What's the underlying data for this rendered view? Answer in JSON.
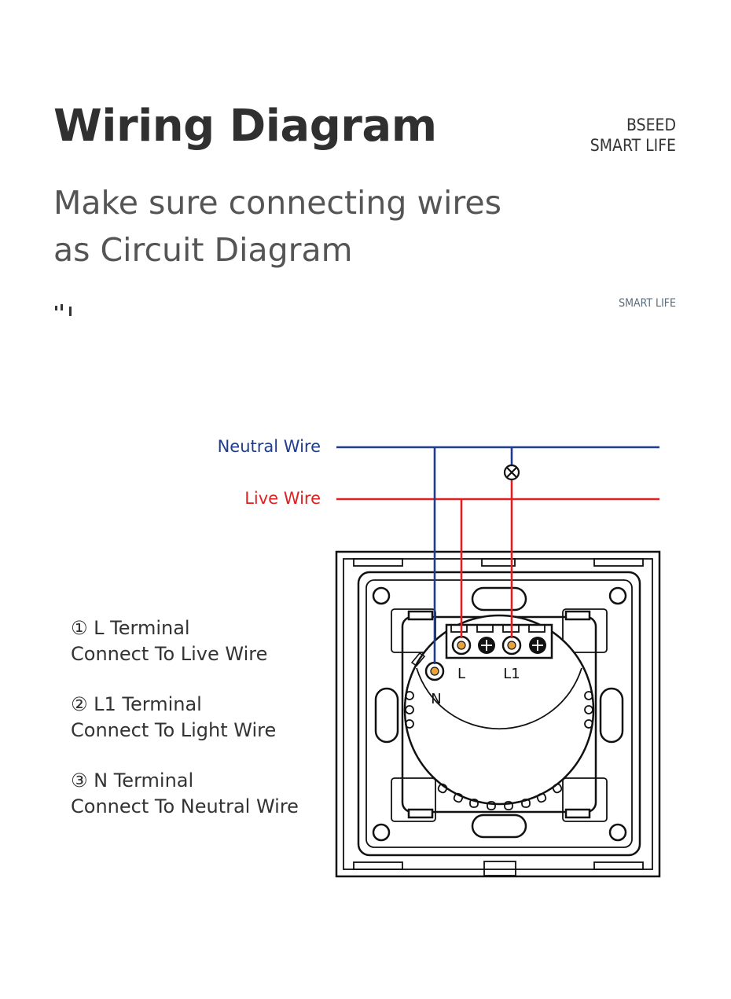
{
  "header": {
    "title": "Wiring Diagram",
    "brand_line1": "BSEED",
    "brand_line2": "SMART LIFE",
    "subtitle_line1": "Make sure connecting wires",
    "subtitle_line2": "as Circuit Diagram",
    "small_brand": "SMART LIFE"
  },
  "wires": {
    "neutral_label": "Neutral Wire",
    "live_label": "Live Wire",
    "neutral_color": "#1f3d8c",
    "live_color": "#e02020"
  },
  "terminals": {
    "l_label": "L",
    "l1_label": "L1",
    "n_label": "N"
  },
  "instructions": [
    {
      "heading": "① L Terminal",
      "text": "Connect To Live Wire"
    },
    {
      "heading": "② L1 Terminal",
      "text": "Connect To Light Wire"
    },
    {
      "heading": "③ N Terminal",
      "text": "Connect To Neutral Wire"
    }
  ],
  "icons": {
    "lamp": "lamp-icon",
    "mark": "brand-mark-icon"
  }
}
